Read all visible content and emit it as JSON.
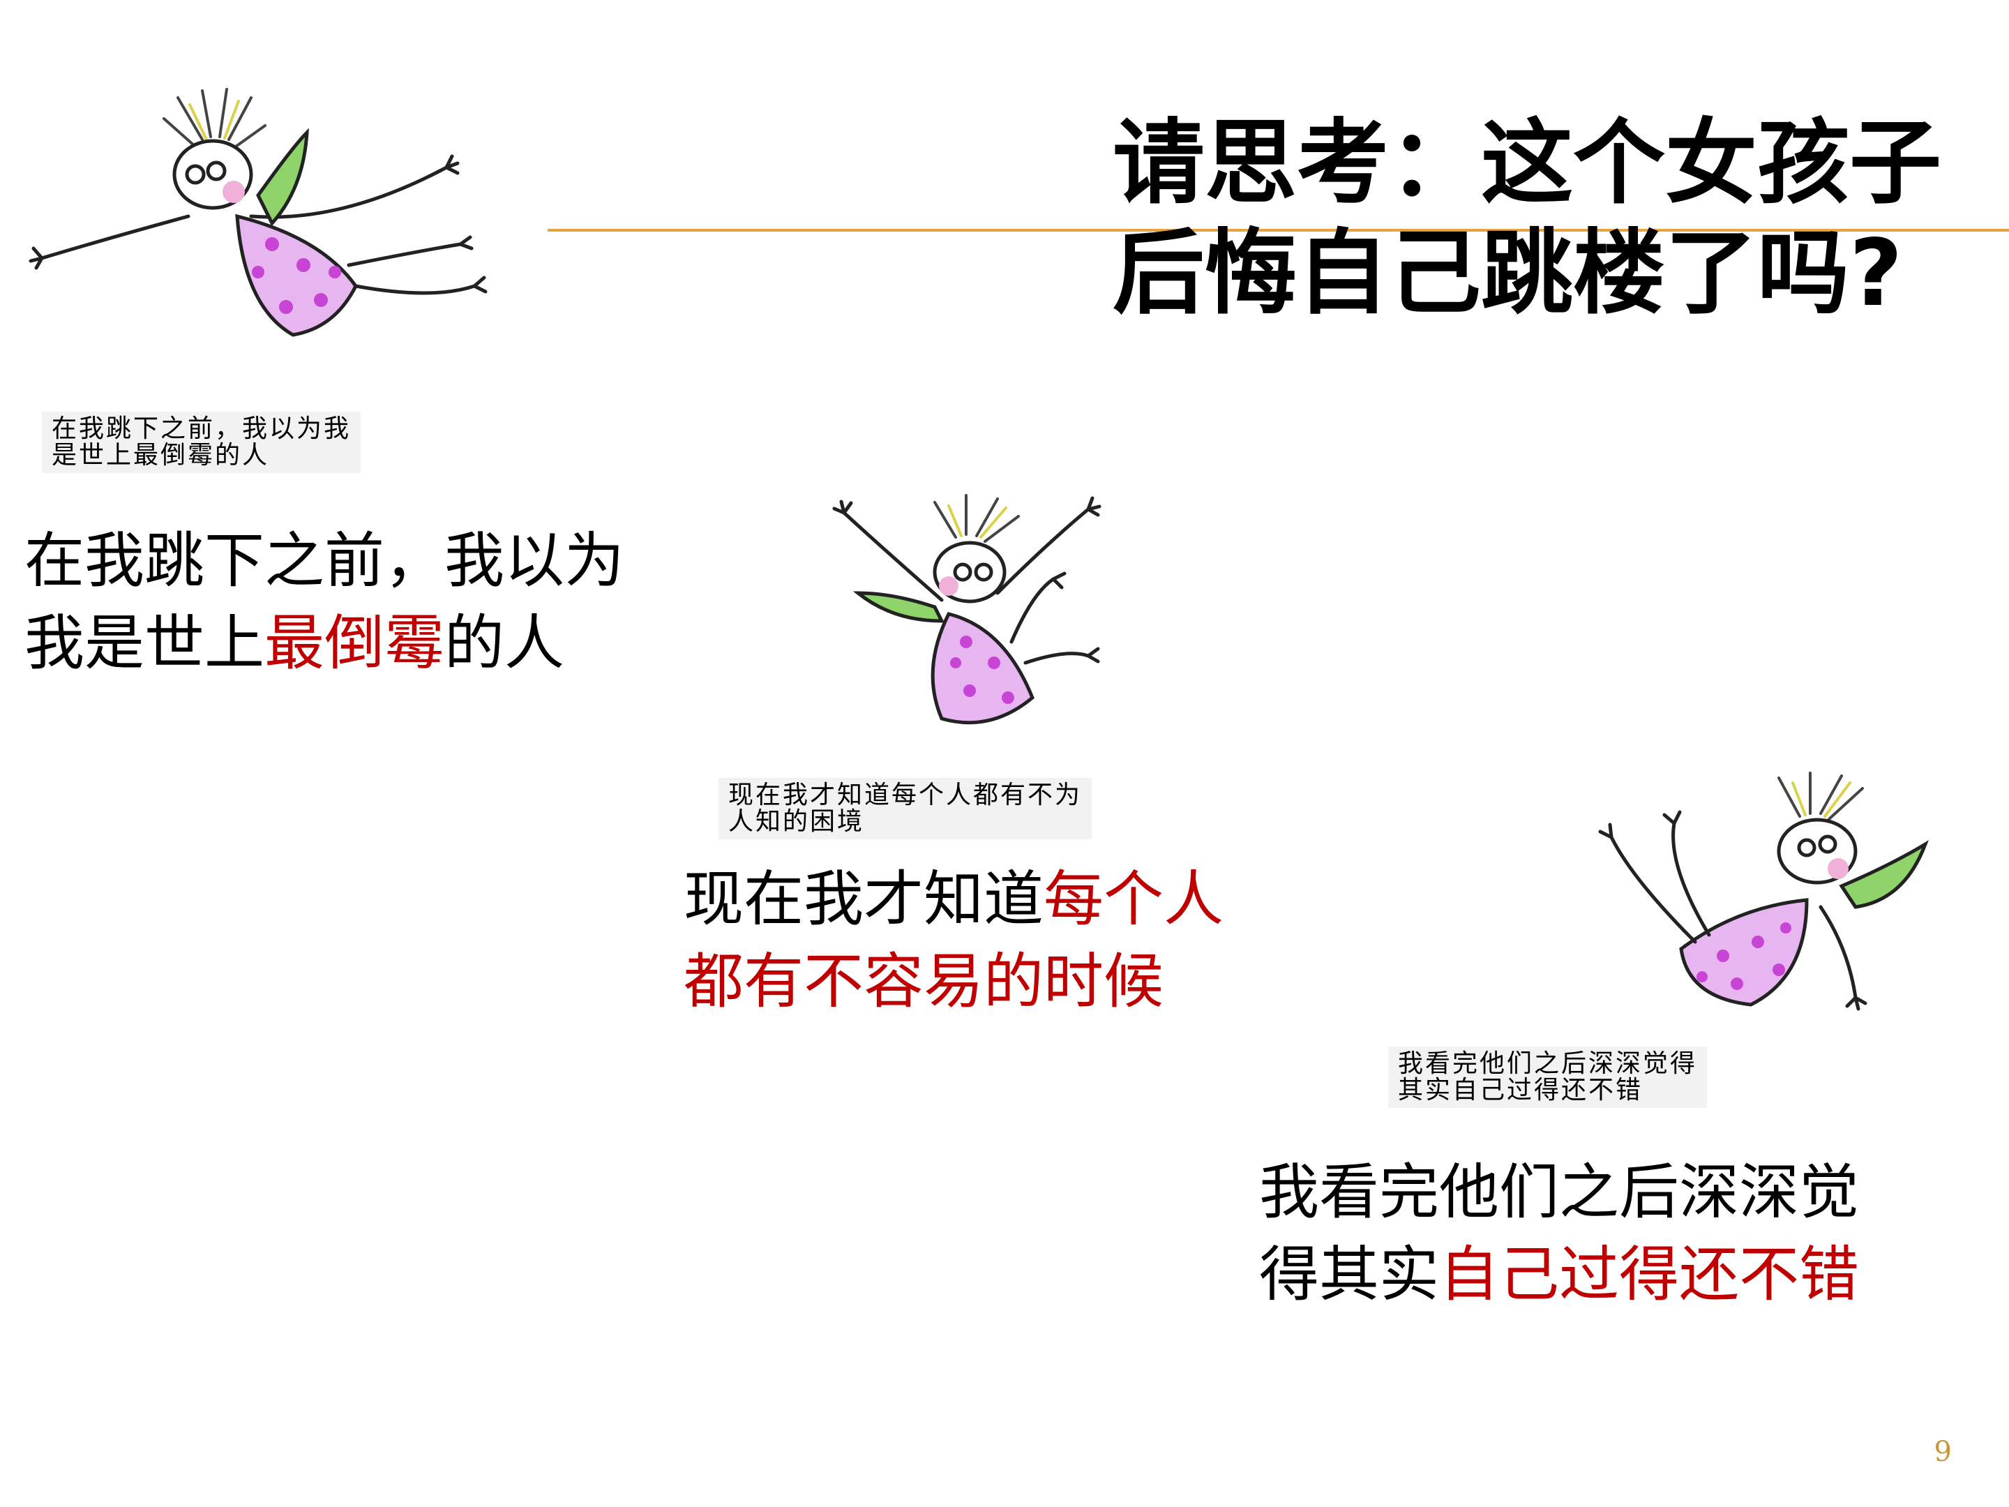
{
  "title": {
    "line1": "请思考：这个女孩子",
    "line2": "后悔自己跳楼了吗?"
  },
  "panel1": {
    "caption_line1": "在我跳下之前，我以为我",
    "caption_line2": "是世上最倒霉的人",
    "text_line1": "在我跳下之前，我以为",
    "text_line2_black": "我是世上",
    "text_line2_red": "最倒霉",
    "text_line2_tail": "的人"
  },
  "panel2": {
    "caption_line1": "现在我才知道每个人都有不为",
    "caption_line2": "人知的困境",
    "text_line1_black": "现在我才知道",
    "text_line1_red": "每个人",
    "text_line2_red": "都有不容易的时候"
  },
  "panel3": {
    "caption_line1": "我看完他们之后深深觉得",
    "caption_line2": "其实自己过得还不错",
    "text_line1": "我看完他们之后深深觉",
    "text_line2_black": "得其实",
    "text_line2_red": "自己过得还不错"
  },
  "page_number": "9",
  "colors": {
    "accent_line": "#e8a33c",
    "highlight_red": "#c00000",
    "dress_pink": "#e7b6f0",
    "dots_magenta": "#c844d4",
    "scarf_green": "#8fd46a",
    "hair_yellow": "#d9d24a"
  }
}
